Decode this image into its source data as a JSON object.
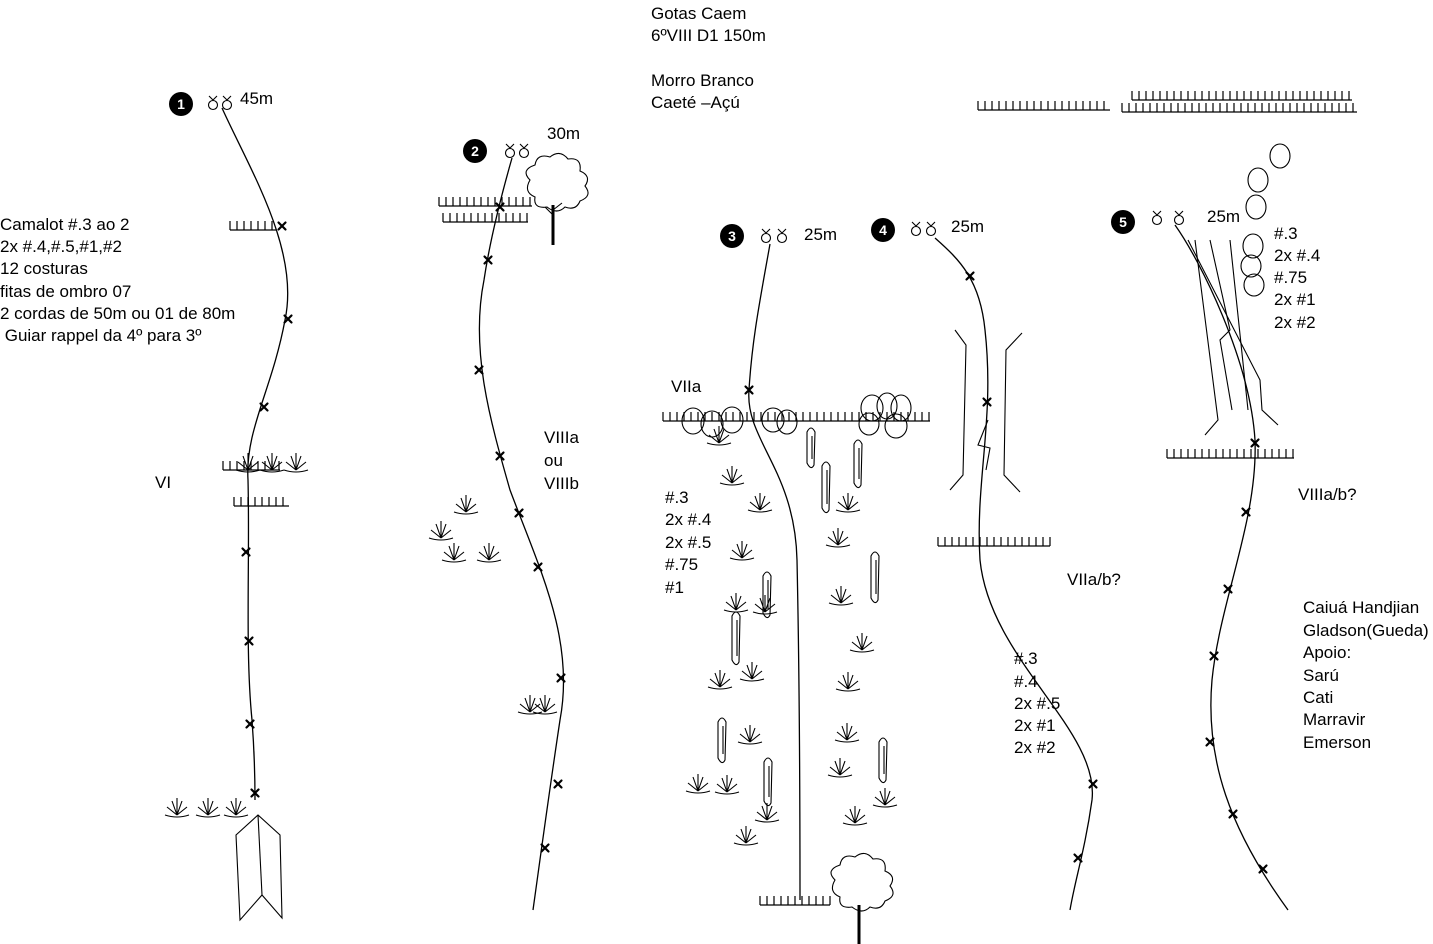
{
  "title": {
    "line1": "Gotas Caem",
    "line2": "6ºVIII D1 150m",
    "line3": "Morro Branco",
    "line4": "Caeté –Açú"
  },
  "gear": {
    "lines": [
      "Camalot #.3 ao 2",
      "2x #.4,#.5,#1,#2",
      "12 costuras",
      "fitas de ombro 07",
      "2 cordas de 50m ou 01 de 80m",
      " Guiar rappel da 4º para 3º"
    ]
  },
  "pitches": [
    {
      "number": "1",
      "length": "45m"
    },
    {
      "number": "2",
      "length": "30m"
    },
    {
      "number": "3",
      "length": "25m"
    },
    {
      "number": "4",
      "length": "25m"
    },
    {
      "number": "5",
      "length": "25m"
    }
  ],
  "grades": {
    "p1": "VI",
    "p2_line1": "VIIIa",
    "p2_line2": "ou",
    "p2_line3": "VIIIb",
    "p3": "VIIa",
    "p4": "VIIa/b?",
    "p5": "VIIIa/b?"
  },
  "pitch3_gear": [
    "#.3",
    "2x #.4",
    "2x #.5",
    "#.75",
    "#1"
  ],
  "pitch4_gear": [
    "#.3",
    "#.4",
    "2x #.5",
    "2x #1",
    "2x #2"
  ],
  "pitch5_gear": [
    "#.3",
    "2x #.4",
    "#.75",
    "2x #1",
    "2x #2"
  ],
  "credits": [
    "Caiuá Handjian",
    "Gladson(Gueda)",
    "Apoio:",
    "Sarú",
    "Cati",
    "Marravir",
    "Emerson"
  ]
}
